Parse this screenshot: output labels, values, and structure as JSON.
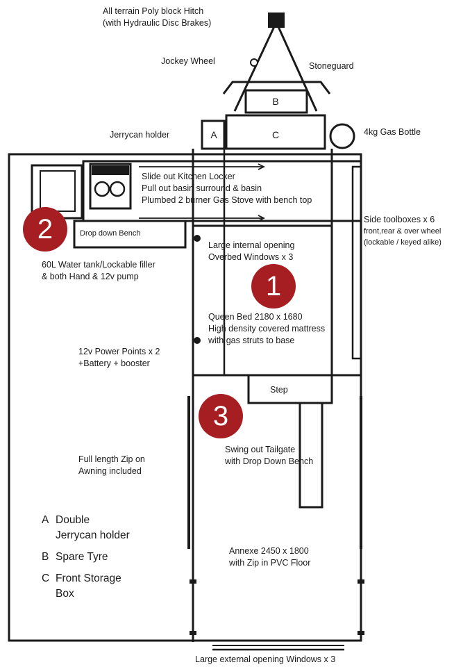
{
  "labels": {
    "hitch": [
      "All terrain Poly block Hitch",
      "(with Hydraulic Disc Brakes)"
    ],
    "jockey_wheel": "Jockey Wheel",
    "stoneguard": "Stoneguard",
    "jerrycan_holder": "Jerrycan holder",
    "gas_bottle": "4kg Gas Bottle",
    "kitchen": [
      "Slide out Kitchen Locker",
      "Pull out basin surround & basin",
      "Plumbed 2 burner Gas Stove with bench top"
    ],
    "drop_down_bench": "Drop down Bench",
    "side_toolboxes": [
      "Side toolboxes x 6",
      "front,rear & over wheel",
      "(lockable / keyed alike)"
    ],
    "internal_opening": [
      "Large internal opening",
      "Overbed Windows x 3"
    ],
    "water_tank": [
      "60L Water tank/Lockable filler",
      "& both Hand & 12v pump"
    ],
    "queen_bed": [
      "Queen Bed 2180 x 1680",
      "High density covered mattress",
      "with gas struts to base"
    ],
    "power_points": [
      "12v Power Points x 2",
      "+Battery + booster"
    ],
    "step": "Step",
    "tailgate": [
      "Swing out Tailgate",
      "with Drop Down Bench"
    ],
    "awning": [
      "Full length Zip on",
      "Awning included"
    ],
    "annexe": [
      "Annexe 2450 x 1800",
      "with Zip in PVC Floor"
    ],
    "external_windows": "Large external opening Windows x 3",
    "box_a": "A",
    "box_b": "B",
    "box_c": "C"
  },
  "badges": [
    "1",
    "2",
    "3"
  ],
  "legend": [
    {
      "key": "A",
      "lines": [
        "Double",
        "Jerrycan holder"
      ]
    },
    {
      "key": "B",
      "lines": [
        "Spare Tyre"
      ]
    },
    {
      "key": "C",
      "lines": [
        "Front Storage",
        "Box"
      ]
    }
  ],
  "colors": {
    "badge": "#a71e22",
    "line": "#1a1a1a"
  }
}
